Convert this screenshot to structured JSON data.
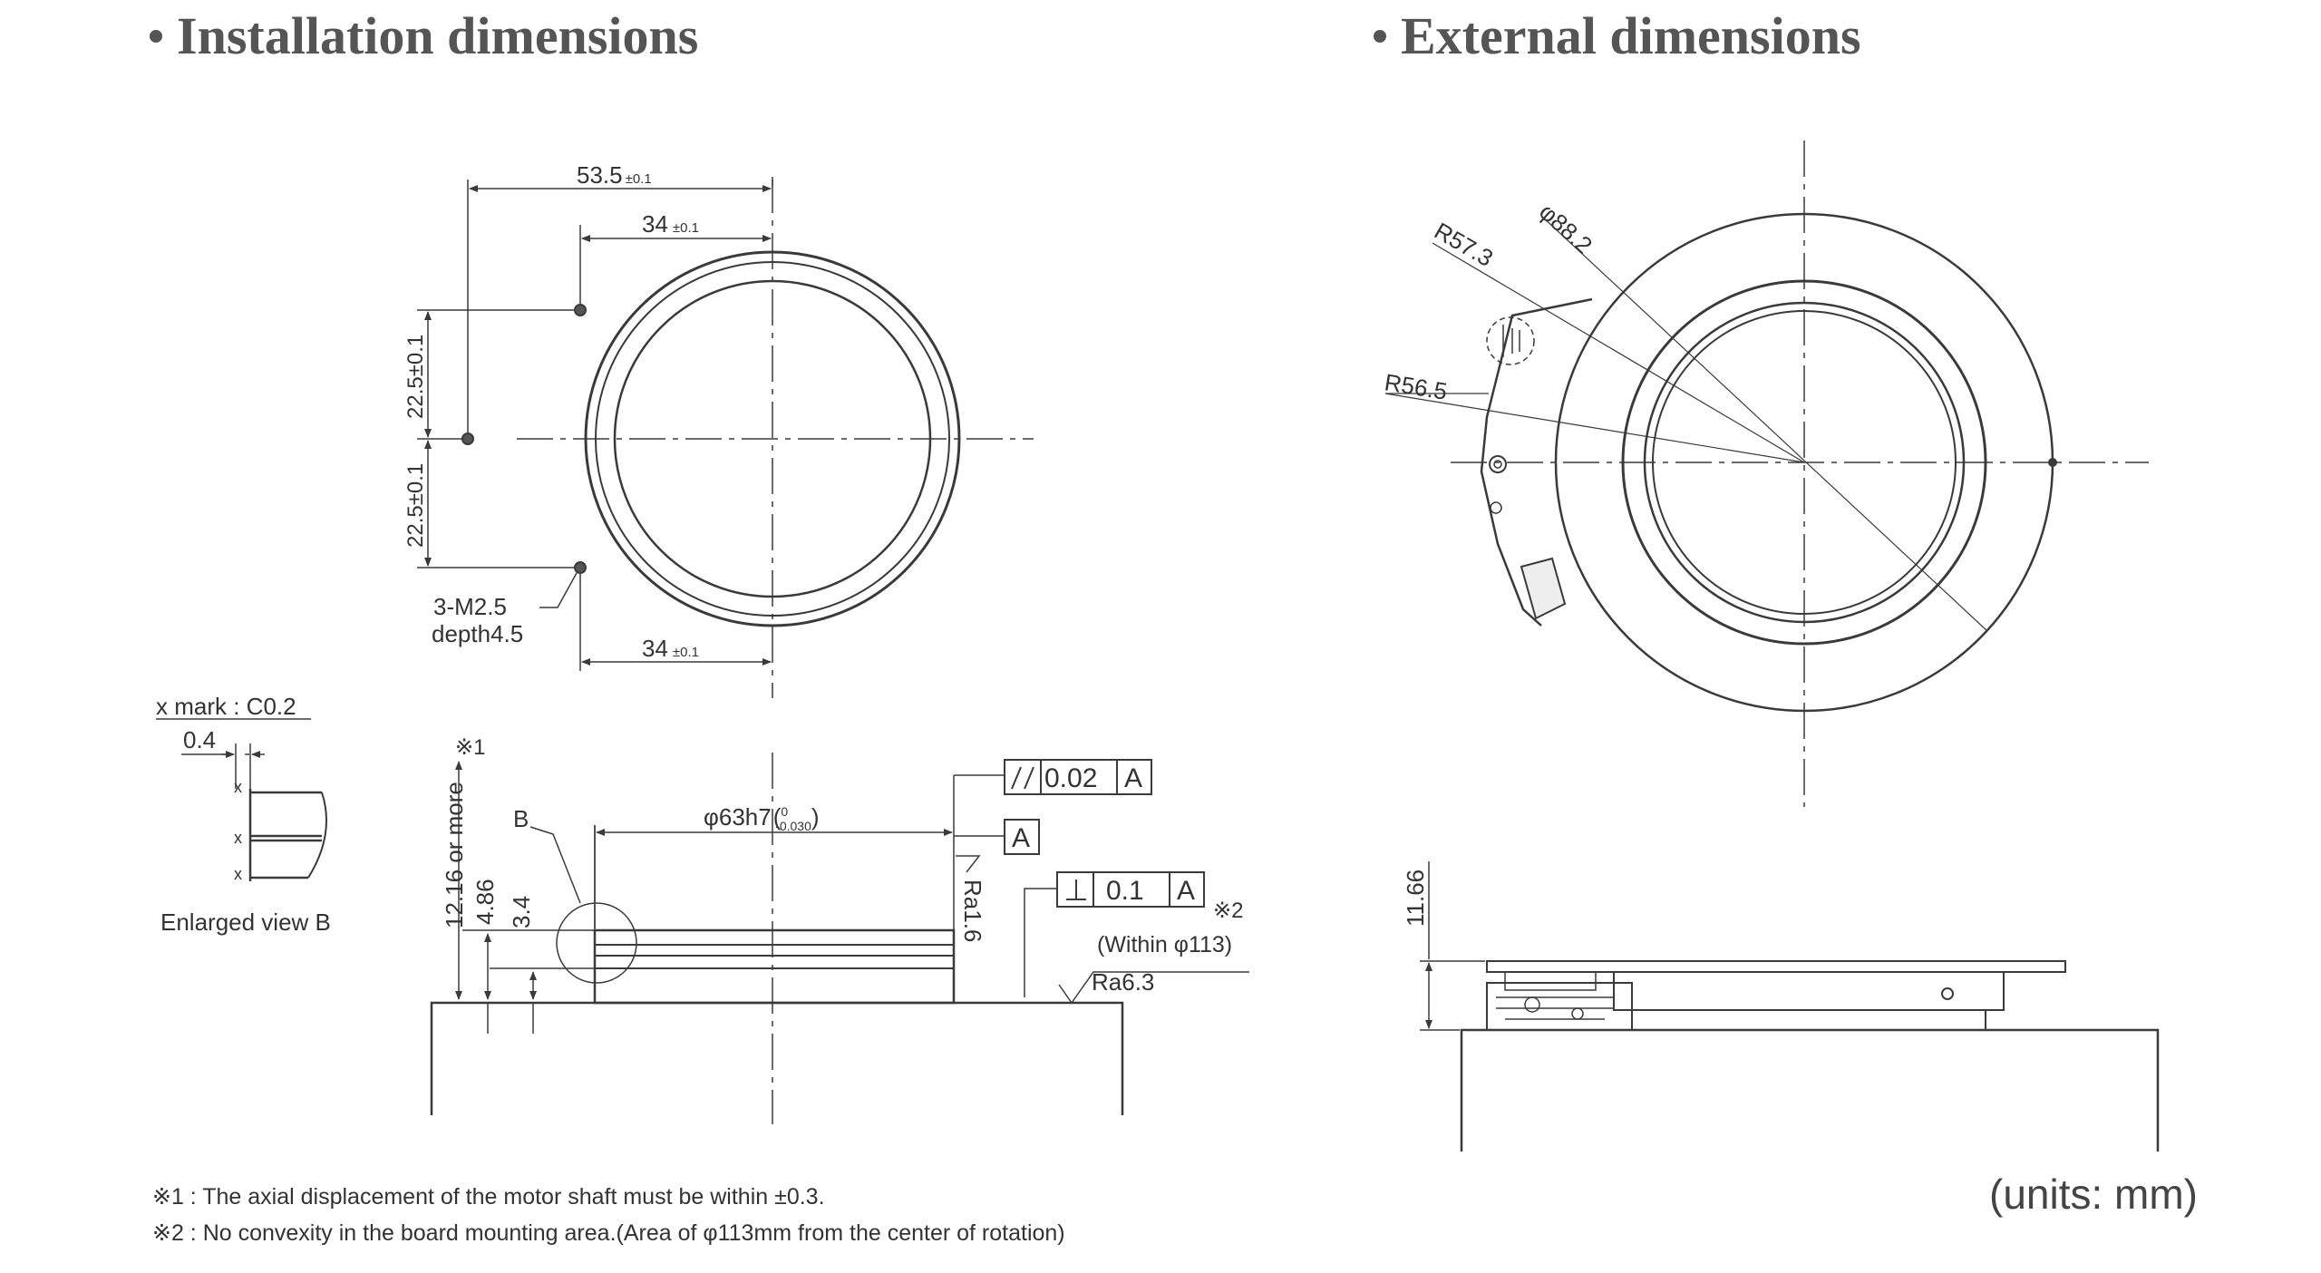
{
  "headings": {
    "installation": "Installation dimensions",
    "external": "External dimensions"
  },
  "installation_top": {
    "dim_width": "53.5",
    "dim_width_tol": "±0.1",
    "dim_hole_top": "34",
    "dim_hole_top_tol": "±0.1",
    "dim_hole_bottom": "34",
    "dim_hole_bottom_tol": "±0.1",
    "dim_v_upper": "22.5±0.1",
    "dim_v_lower": "22.5±0.1",
    "hole_spec_line1": "3-M2.5",
    "hole_spec_line2": "depth4.5"
  },
  "enlarged_view": {
    "x_mark": "x mark : C0.2",
    "dim": "0.4",
    "x1": "x",
    "x2": "x",
    "x3": "x",
    "caption": "Enlarged view B"
  },
  "installation_section": {
    "note_ref1": "※1",
    "height_min": "12.16 or more",
    "h1": "4.86",
    "h2": "3.4",
    "label_b": "B",
    "diameter": "φ63h7",
    "diameter_tol_upper": "0",
    "diameter_tol_lower": "-0.030",
    "parallel_value": "0.02",
    "parallel_datum": "A",
    "datum_label": "A",
    "roughness_1": "Ra1.6",
    "perp_value": "0.1",
    "perp_datum": "A",
    "note_ref2": "※2",
    "within": "(Within φ113)",
    "roughness_2": "Ra6.3"
  },
  "external_top": {
    "dia": "φ88.2",
    "r1": "R57.3",
    "r2": "R56.5"
  },
  "external_side": {
    "height": "11.66"
  },
  "notes": {
    "n1": "※1 : The axial displacement of the motor shaft must be within ±0.3.",
    "n2": "※2 : No convexity in the board mounting area.(Area of φ113mm from the center of rotation)"
  },
  "units": "(units: mm)",
  "colors": {
    "line": "#3a3a3a",
    "heading": "#555555"
  }
}
